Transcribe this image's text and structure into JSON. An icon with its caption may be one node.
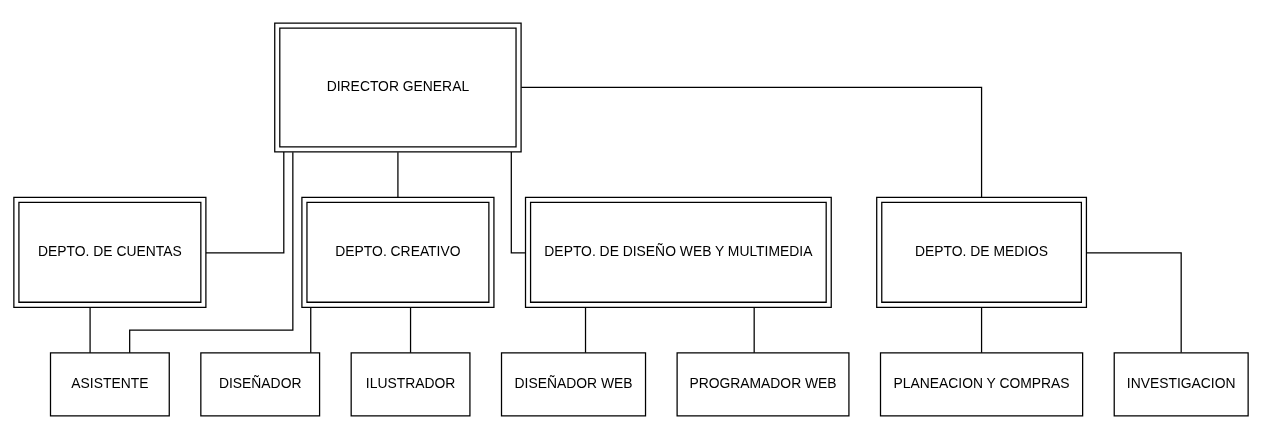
{
  "diagram": {
    "nodes": [
      {
        "text": [
          "DIRECTOR GENERAL"
        ]
      },
      {
        "text": [
          "DEPTO. DE CUENTAS"
        ]
      },
      {
        "text": [
          "DEPTO. CREATIVO"
        ]
      },
      {
        "text": [
          "DEPTO. DE DISEÑO WEB Y MULTIMEDIA"
        ]
      },
      {
        "text": [
          "DEPTO. DE MEDIOS"
        ]
      },
      {
        "text": [
          "ASISTENTE"
        ]
      },
      {
        "text": [
          "DISEÑADOR"
        ]
      },
      {
        "text": [
          "ILUSTRADOR"
        ]
      },
      {
        "text": [
          "DISEÑADOR WEB"
        ]
      },
      {
        "text": [
          "PROGRAMADOR WEB"
        ]
      },
      {
        "text": [
          "PLANEACION Y COMPRAS"
        ]
      },
      {
        "text": [
          "INVESTIGACION"
        ]
      }
    ],
    "edges": [
      {
        "from": 0,
        "to": 1,
        "arrow": "none"
      },
      {
        "from": 0,
        "to": 2,
        "arrow": "none"
      },
      {
        "from": 0,
        "to": 3,
        "arrow": "none"
      },
      {
        "from": 0,
        "to": 4,
        "arrow": "none"
      },
      {
        "from": 0,
        "to": 5,
        "arrow": "none"
      },
      {
        "from": 1,
        "to": 5,
        "arrow": "none"
      },
      {
        "from": 2,
        "to": 6,
        "arrow": "none"
      },
      {
        "from": 2,
        "to": 7,
        "arrow": "none"
      },
      {
        "from": 3,
        "to": 8,
        "arrow": "none"
      },
      {
        "from": 3,
        "to": 9,
        "arrow": "none"
      },
      {
        "from": 4,
        "to": 10,
        "arrow": "none"
      },
      {
        "from": 4,
        "to": 11,
        "arrow": "none"
      }
    ]
  }
}
